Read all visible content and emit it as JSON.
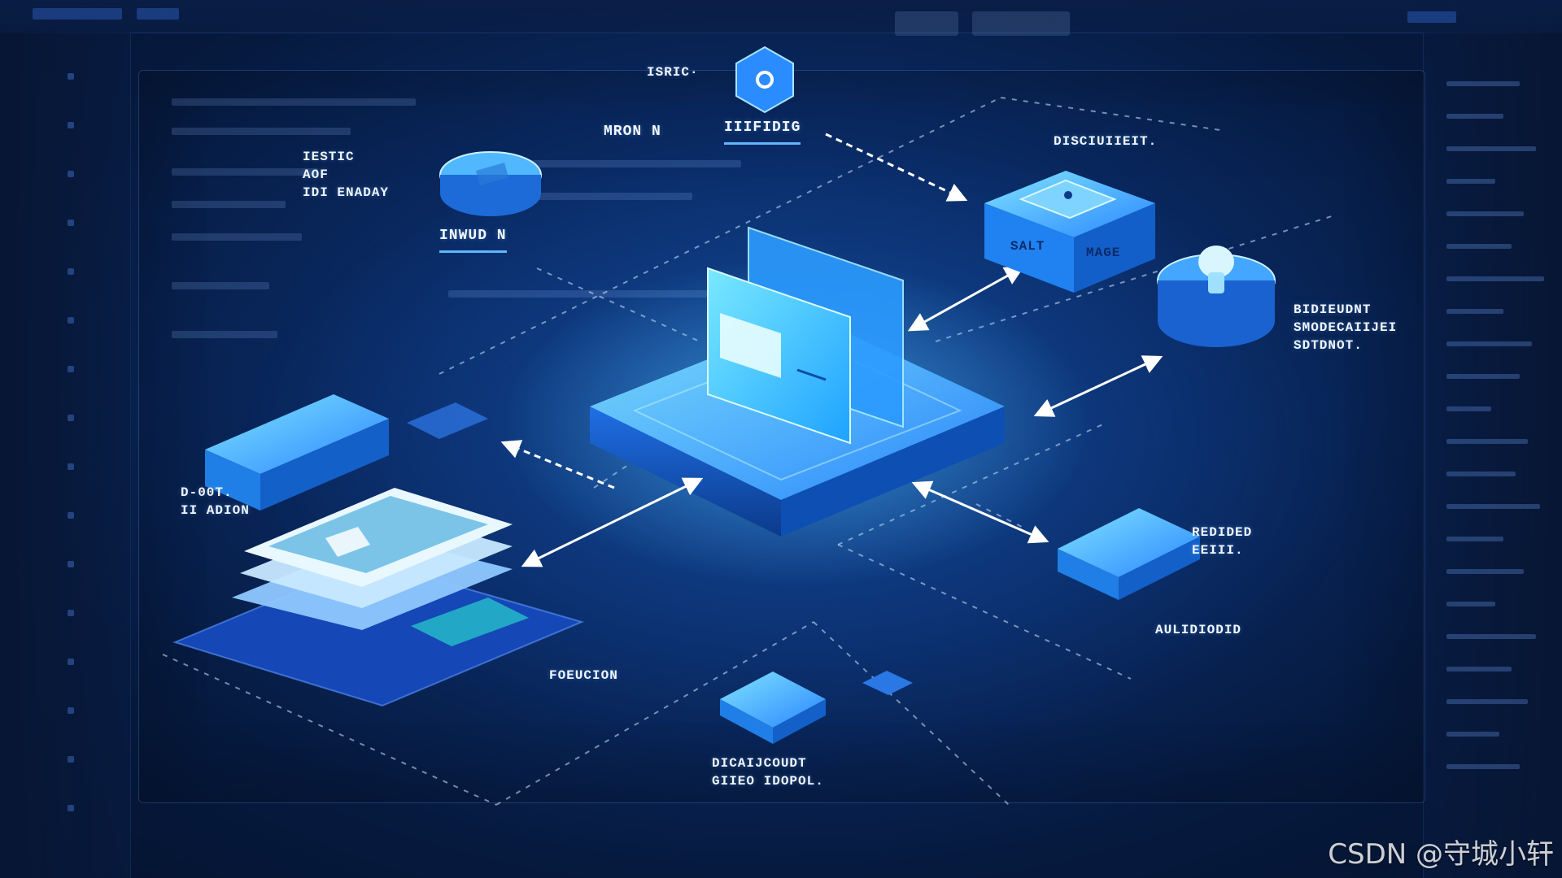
{
  "diagram": {
    "labels": {
      "top_small": "ISRIC·",
      "top_left": "MRON N",
      "top_center": "IIIFIDIG",
      "left_block": "IESTIC\nAOF\nIDI ENADAY",
      "left_disk": "INWUD N",
      "top_right": "DISCIUIIEIT.",
      "right_cylinder": "BIDIEUDNT\nSMODECAIIJEI\nSDTDNOT.",
      "left_panel": "D-00T.\nII ADION",
      "bottom_left": "FOEUCION",
      "right_box": "REDIDED\nEEIII.",
      "right_bottom": "AULIDIODID",
      "bottom_center": "DICAIJCOUDT\nGIIEO IDOPOL.",
      "server_text": "SALT",
      "server_text2": "MAGE"
    },
    "colors": {
      "accent": "#39a7ff",
      "accent_light": "#7fd3ff",
      "deep": "#0b3a8a",
      "panel": "#1f7fe6"
    }
  },
  "watermark": "CSDN @守城小轩"
}
